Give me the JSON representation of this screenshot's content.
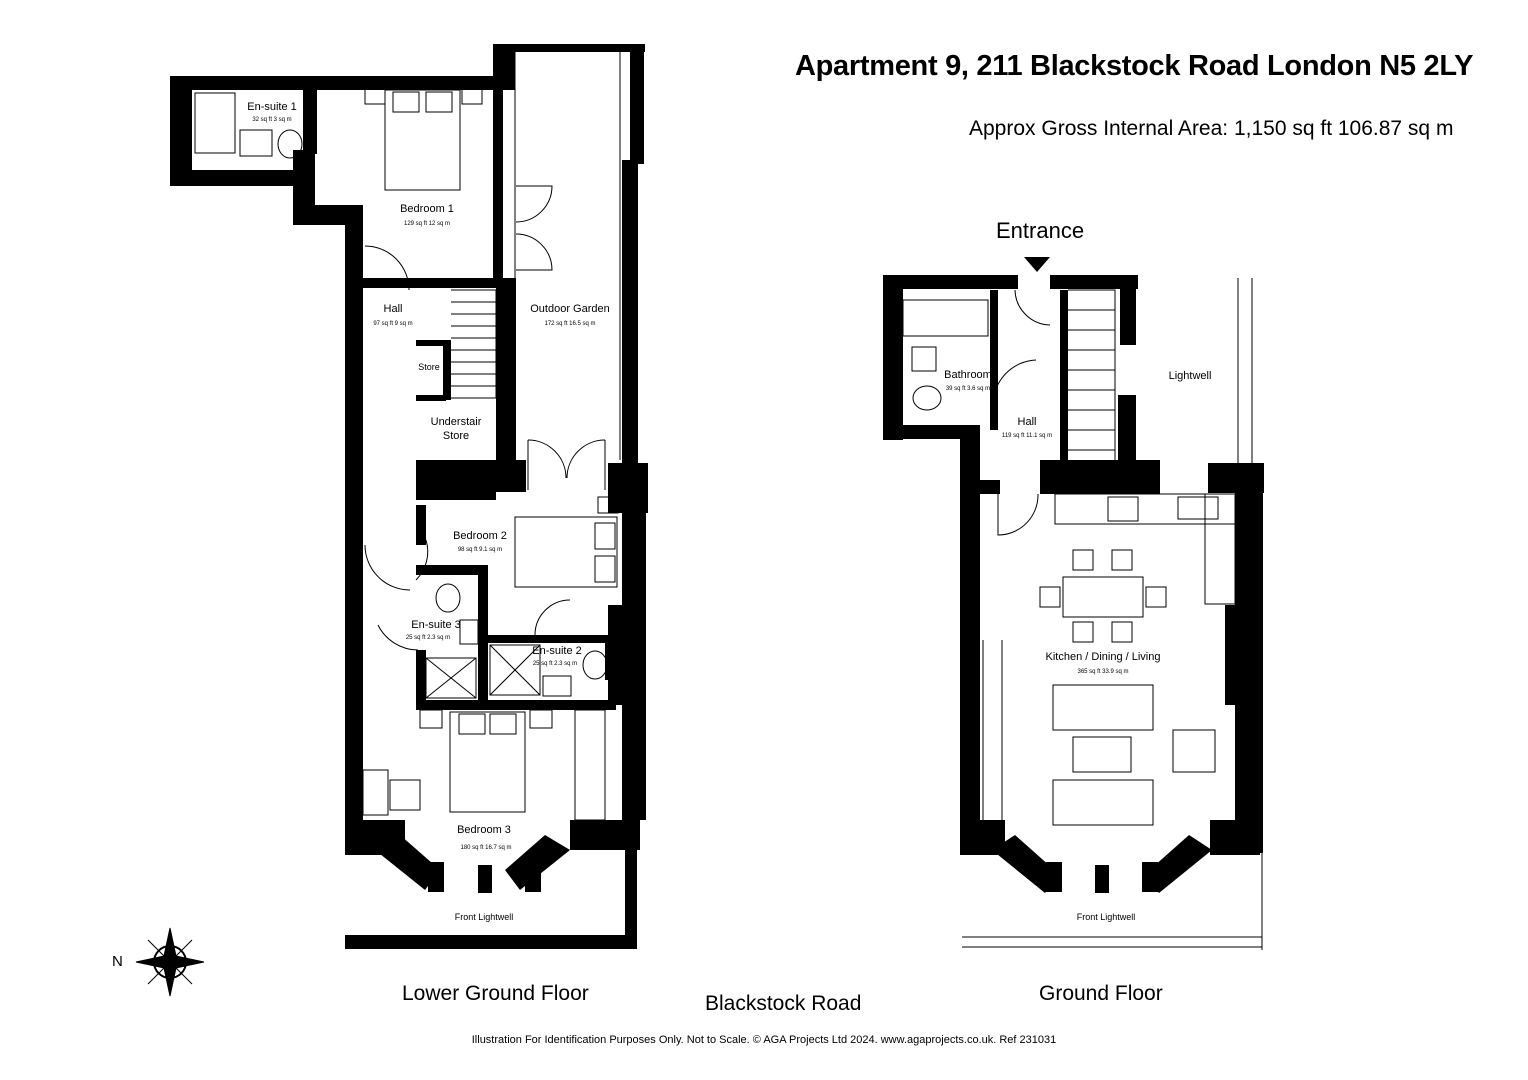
{
  "header": {
    "title": "Apartment 9,  211 Blackstock Road London N5 2LY",
    "gross_area": "Approx Gross Internal Area:  1,150 sq ft  106.87 sq m"
  },
  "lower_ground": {
    "floor_label": "Lower Ground Floor",
    "rooms": [
      {
        "name": "En-suite 1",
        "area": "32 sq ft  3 sq m"
      },
      {
        "name": "Bedroom 1",
        "area": "129 sq ft  12 sq m"
      },
      {
        "name": "Hall",
        "area": "97 sq ft  9 sq m"
      },
      {
        "name": "Outdoor Garden",
        "area": "172 sq ft  16.5 sq m"
      },
      {
        "name": "Store",
        "area": ""
      },
      {
        "name": "Understair",
        "area": "Store"
      },
      {
        "name": "Bedroom 2",
        "area": "98 sq ft  9.1 sq m"
      },
      {
        "name": "En-suite 3",
        "area": "25 sq ft  2.3 sq m"
      },
      {
        "name": "En-suite 2",
        "area": "25 sq ft  2.3 sq m"
      },
      {
        "name": "Bedroom 3",
        "area": "180 sq ft  16.7 sq m"
      }
    ],
    "lightwell": "Front Lightwell"
  },
  "ground": {
    "floor_label": "Ground Floor",
    "entrance": "Entrance",
    "rooms": [
      {
        "name": "Bathroom",
        "area": "39 sq ft  3.6 sq m"
      },
      {
        "name": "Hall",
        "area": "119 sq ft  11.1 sq m"
      },
      {
        "name": "Kitchen / Dining / Living",
        "area": "365 sq ft  33.9 sq m"
      }
    ],
    "lightwell_side": "Lightwell",
    "lightwell_front": "Front Lightwell"
  },
  "road": "Blackstock Road",
  "compass": {
    "letter": "N",
    "icon": "compass-rose-icon"
  },
  "footer": "Illustration For Identification Purposes Only. Not to Scale. © AGA Projects Ltd 2024. www.agaprojects.co.uk. Ref 231031"
}
